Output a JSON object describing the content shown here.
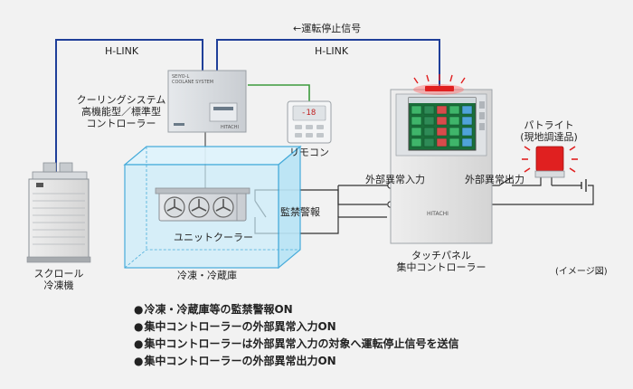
{
  "labels": {
    "stop_signal": "←運転停止信号",
    "hlink_left": "H-LINK",
    "hlink_right": "H-LINK",
    "controller_line1": "クーリングシステム",
    "controller_line2": "高機能型／標準型",
    "controller_line3": "コントローラー",
    "remote": "リモコン",
    "unit_cooler": "ユニットクーラー",
    "monitor_alarm": "監禁警報",
    "freezer_room": "冷凍・冷蔵庫",
    "scroll_line1": "スクロール",
    "scroll_line2": "冷凍機",
    "ext_input": "外部異常入力",
    "ext_output": "外部異常出力",
    "patlite_line1": "パトライト",
    "patlite_line2": "(現地調達品)",
    "touch_line1": "タッチパネル",
    "touch_line2": "集中コントローラー",
    "image_note": "(イメージ図)"
  },
  "device_text": {
    "controller_brand": "SEIYO-L",
    "controller_system": "COOLANE SYSTEM",
    "controller_maker": "HITACHI",
    "remote_display": "-18",
    "panel_maker": "HITACHI"
  },
  "bullets": [
    "冷凍・冷蔵庫等の監禁警報ON",
    "集中コントローラーの外部異常入力ON",
    "集中コントローラーは外部異常入力の対象へ運転停止信号を送信",
    "集中コントローラーの外部異常出力ON"
  ],
  "colors": {
    "hlink_wire": "#1f3f99",
    "remote_wire": "#3c9a3c",
    "signal_wire": "#333333",
    "room_fill": "#c9ecfa",
    "room_edge": "#39a6d8",
    "lamp_red": "#e02020",
    "touch_screen": "#1a6e3a"
  }
}
